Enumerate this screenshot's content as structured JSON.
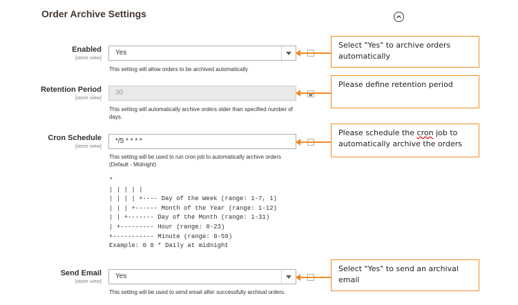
{
  "section": {
    "title": "Order Archive Settings",
    "toggle_icon": "chevron-up-icon"
  },
  "fields": {
    "enabled": {
      "label": "Enabled",
      "scope": "[store view]",
      "value": "Yes",
      "note": "This setting will allow orders to be archived automatically",
      "use_default": false
    },
    "retention": {
      "label": "Retention Period",
      "scope": "[store view]",
      "placeholder": "30",
      "note": "This setting will automatically archive orders older than specified number of days.",
      "use_default": true
    },
    "cron": {
      "label": "Cron Schedule",
      "scope": "[store view]",
      "value": "*/5 * * * *",
      "note": "This setting will be used to run cron job to automatically archive orders (Default - Midnight)",
      "use_default": false,
      "diagram": "*\n| | | | |\n| | | | +---- Day of the Week (range: 1-7, 1)\n| | | +------ Month of the Year (range: 1-12)\n| | +------- Day of the Month (range: 1-31)\n| +--------- Hour (range: 0-23)\n+----------- Minute (range: 0-59)\nExample: 0 0 * Daily at midnight"
    },
    "send_email": {
      "label": "Send Email",
      "scope": "[store view]",
      "value": "Yes",
      "note": "This setting will be used to send email after successfully archival orders.",
      "use_default": false
    }
  },
  "callouts": {
    "enabled": "Select \"Yes\" to archive orders automatically",
    "retention": "Please define retention period",
    "cron_before": "Please schedule the ",
    "cron_word": "cron",
    "cron_after": " job to automatically archive the orders",
    "send_email": "Select \"Yes\" to send an archival email"
  },
  "colors": {
    "accent": "#f08a24",
    "title": "#41362f",
    "border": "#adadad"
  }
}
